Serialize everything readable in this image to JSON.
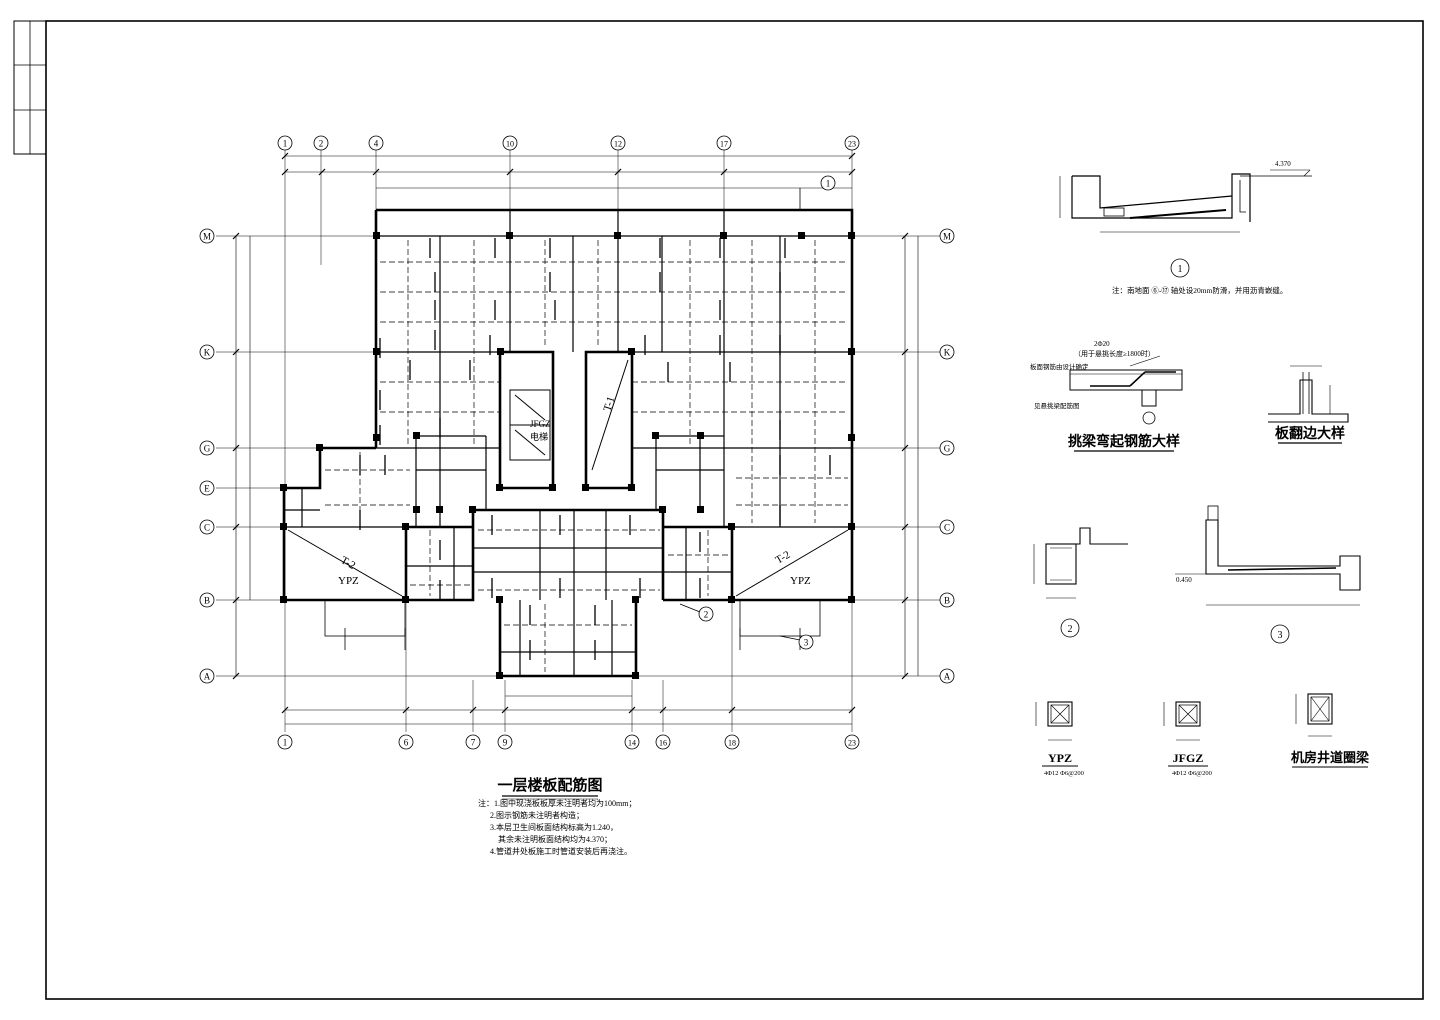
{
  "grid_axes": {
    "top": [
      "1",
      "2",
      "4",
      "10",
      "12",
      "17",
      "23"
    ],
    "bottom": [
      "1",
      "6",
      "7",
      "9",
      "14",
      "16",
      "18",
      "23"
    ],
    "left": [
      "M",
      "K",
      "G",
      "E",
      "C",
      "B",
      "A"
    ],
    "right": [
      "M",
      "K",
      "G",
      "C",
      "B",
      "A"
    ]
  },
  "plan": {
    "labels": {
      "ypz_left": "YPZ",
      "ypz_right": "YPZ",
      "jfgz": "JFGZ",
      "elevator": "电梯",
      "p1": "T-1",
      "p2_left": "T-2",
      "p2_right": "T-2"
    },
    "title": "一层楼板配筋图",
    "notes": [
      "注：1.图中现浇板板厚未注明者均为100mm；",
      "2.图示钢筋未注明者构造；",
      "3.本层卫生间板面结构标高为1.240，",
      "其余未注明板面结构均为4.370；",
      "4.管道井处板施工时管道安装后再浇注。"
    ]
  },
  "details": {
    "d1": {
      "marker": "1",
      "note": "注：南地面 ⑥-⑰ 轴处设20mm防滑，并用沥青嵌缝。",
      "elev": "4.370"
    },
    "beam_bend": {
      "title": "挑梁弯起钢筋大样",
      "ann1": "2Φ20",
      "ann2": "（用于悬挑长度≥1800时）",
      "ann3": "板面钢筋由设计确定",
      "ann4": "见悬挑梁配筋图"
    },
    "slab_edge": {
      "title": "板翻边大样"
    },
    "d2": {
      "marker": "2"
    },
    "d3": {
      "marker": "3",
      "elev": "0.450"
    },
    "ypz": {
      "title": "YPZ",
      "sub": "4Φ12 Φ6@200"
    },
    "jfgz": {
      "title": "JFGZ",
      "sub": "4Φ12 Φ6@200"
    },
    "shaft": {
      "title": "机房井道圈梁"
    }
  },
  "callouts": {
    "c1": "1",
    "c2": "2",
    "c3": "3"
  }
}
